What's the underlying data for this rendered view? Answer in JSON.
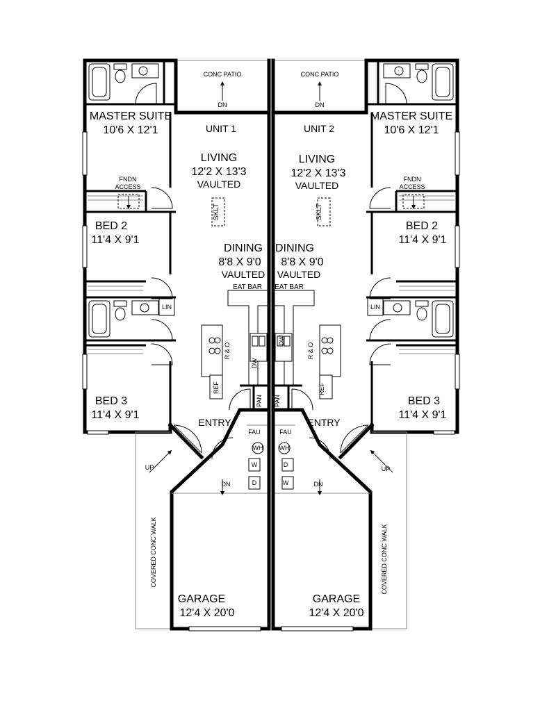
{
  "plan": {
    "unit_left": {
      "unit_label": "UNIT 1",
      "patio": {
        "name": "CONC PATIO",
        "dir": "DN"
      },
      "master": {
        "name": "MASTER SUITE",
        "dims": "10'6 X 12'1"
      },
      "living": {
        "name": "LIVING",
        "dims": "12'2 X 13'3",
        "note": "VAULTED"
      },
      "dining": {
        "name": "DINING",
        "dims": "8'8 X 9'0",
        "note": "VAULTED"
      },
      "bed2": {
        "name": "BED 2",
        "dims": "11'4 X 9'1"
      },
      "bed3": {
        "name": "BED 3",
        "dims": "11'4 X 9'1"
      },
      "garage": {
        "name": "GARAGE",
        "dims": "12'4 X 20'0",
        "dir": "DN"
      },
      "entry": "ENTRY",
      "fndn": [
        "FNDN",
        "ACCESS"
      ],
      "sklt": "SKLT",
      "eat_bar": "EAT BAR",
      "lin": "LIN",
      "range": "R & O",
      "ref": "REF",
      "dw": "DW",
      "pan": "PAN",
      "fau": "FAU",
      "wh": "WH",
      "washer": "W",
      "dryer": "D",
      "walk": "COVERED CONC WALK",
      "up": "UP"
    },
    "unit_right": {
      "unit_label": "UNIT 2",
      "patio": {
        "name": "CONC PATIO",
        "dir": "DN"
      },
      "master": {
        "name": "MASTER SUITE",
        "dims": "10'6 X 12'1"
      },
      "living": {
        "name": "LIVING",
        "dims": "12'2 X 13'3",
        "note": "VAULTED"
      },
      "dining": {
        "name": "DINING",
        "dims": "8'8 X 9'0",
        "note": "VAULTED"
      },
      "bed2": {
        "name": "BED 2",
        "dims": "11'4 X 9'1"
      },
      "bed3": {
        "name": "BED 3",
        "dims": "11'4 X 9'1"
      },
      "garage": {
        "name": "GARAGE",
        "dims": "12'4 X 20'0",
        "dir": "DN"
      },
      "entry": "ENTRY",
      "fndn": [
        "FNDN",
        "ACCESS"
      ],
      "sklt": "SKLT",
      "eat_bar": "EAT BAR",
      "lin": "LIN",
      "range": "R & O",
      "ref": "REF",
      "dw": "DW",
      "pan": "PAN",
      "fau": "FAU",
      "wh": "WH",
      "washer": "W",
      "dryer": "D",
      "walk": "COVERED CONC WALK",
      "up": "UP"
    }
  }
}
